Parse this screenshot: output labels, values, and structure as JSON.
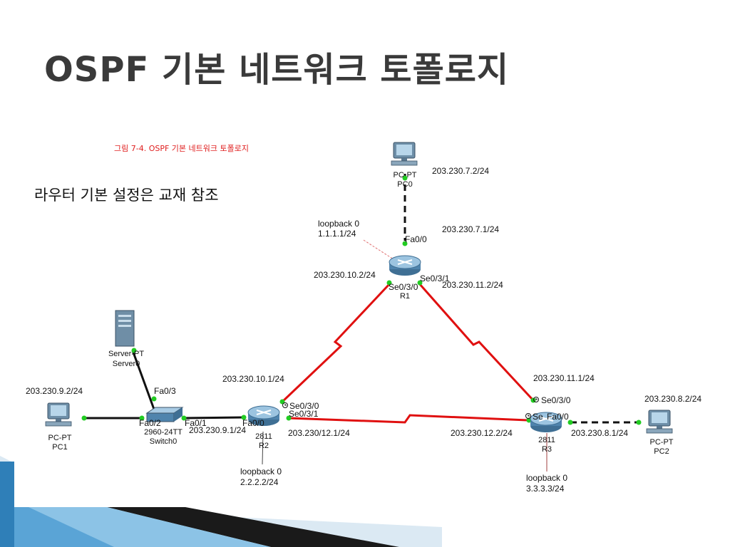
{
  "slide": {
    "title": "OSPF 기본 네트워크 토폴로지",
    "body_text": "라우터 기본 설정은 교재 참조",
    "figure_caption": "그림 7-4. OSPF 기본 네트워크 토폴로지"
  },
  "colors": {
    "serial_link": "#e01010",
    "ethernet_link": "#111111",
    "port_up": "#22cc22",
    "title_text": "#3a3a3a",
    "caption_text": "#e02020",
    "deco_blue": "#3d8fc4"
  },
  "devices": {
    "pc0": {
      "type_label": "PC-PT",
      "name": "PC0"
    },
    "pc1": {
      "type_label": "PC-PT",
      "name": "PC1"
    },
    "pc2": {
      "type_label": "PC-PT",
      "name": "PC2"
    },
    "server0": {
      "type_label": "Server-PT",
      "name": "Server0"
    },
    "switch0": {
      "type_label": "2960-24TT",
      "name": "Switch0"
    },
    "r1": {
      "name": "R1"
    },
    "r2": {
      "model": "2811",
      "name": "R2"
    },
    "r3": {
      "model": "2811",
      "name": "R3"
    }
  },
  "ports": {
    "r1_fa00": "Fa0/0",
    "r1_se030": "Se0/3/0",
    "r1_se031": "Se0/3/1",
    "r2_fa00": "Fa0/0",
    "r2_se030": "Se0/3/0",
    "r2_se031": "Se0/3/1",
    "r3_fa00": "Fa0/0",
    "r3_se030": "Se0/3/0",
    "r3_se031": "Se",
    "sw_fa03": "Fa0/3",
    "sw_fa02": "Fa0/2",
    "sw_fa01": "Fa0/1"
  },
  "addresses": {
    "pc0": "203.230.7.2/24",
    "r1_fa00": "203.230.7.1/24",
    "r1_se030": "203.230.10.2/24",
    "r1_se031": "203.230.11.2/24",
    "r2_se030": "203.230.10.1/24",
    "r2_se031": "203.230/12.1/24",
    "r2_fa00": "203.230.9.1/24",
    "pc1": "203.230.9.2/24",
    "r3_se030": "203.230.11.1/24",
    "r3_se031": "203.230.12.2/24",
    "r3_fa00": "203.230.8.1/24",
    "pc2": "203.230.8.2/24"
  },
  "loopbacks": {
    "r1": {
      "name": "loopback 0",
      "address": "1.1.1.1/24"
    },
    "r2": {
      "name": "loopback 0",
      "address": "2.2.2.2/24"
    },
    "r3": {
      "name": "loopback 0",
      "address": "3.3.3.3/24"
    }
  }
}
